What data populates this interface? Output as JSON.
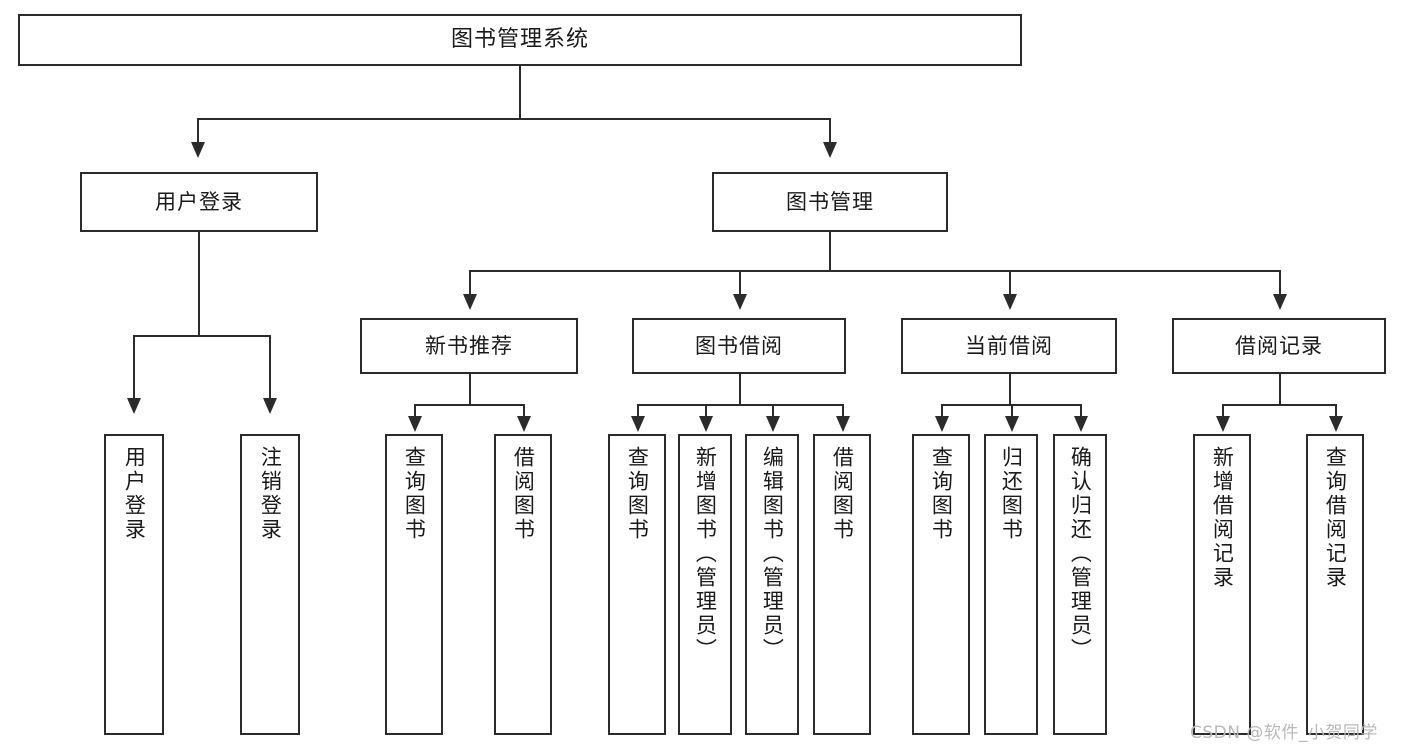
{
  "diagram": {
    "title": "图书管理系统",
    "type": "functional-structure-tree",
    "watermark": "CSDN @软件_小贺同学",
    "colors": {
      "box_border": "#2b2b2b",
      "box_fill": "#ffffff",
      "connector": "#2b2b2b",
      "text": "#1a1a1a",
      "watermark": "#b9b9b9",
      "background": "#ffffff"
    },
    "root": {
      "label": "图书管理系统"
    },
    "level2": [
      {
        "label": "用户登录"
      },
      {
        "label": "图书管理"
      }
    ],
    "level3": [
      {
        "label": "新书推荐"
      },
      {
        "label": "图书借阅"
      },
      {
        "label": "当前借阅"
      },
      {
        "label": "借阅记录"
      }
    ],
    "leaves": {
      "user_login": [
        {
          "label": "用户登录"
        },
        {
          "label": "注销登录"
        }
      ],
      "new_book_recommend": [
        {
          "label": "查询图书"
        },
        {
          "label": "借阅图书"
        }
      ],
      "book_borrow": [
        {
          "label": "查询图书"
        },
        {
          "label": "新增图书（管理员）"
        },
        {
          "label": "编辑图书（管理员）"
        },
        {
          "label": "借阅图书"
        }
      ],
      "current_borrow": [
        {
          "label": "查询图书"
        },
        {
          "label": "归还图书"
        },
        {
          "label": "确认归还（管理员）"
        }
      ],
      "borrow_record": [
        {
          "label": "新增借阅记录"
        },
        {
          "label": "查询借阅记录"
        }
      ]
    }
  }
}
